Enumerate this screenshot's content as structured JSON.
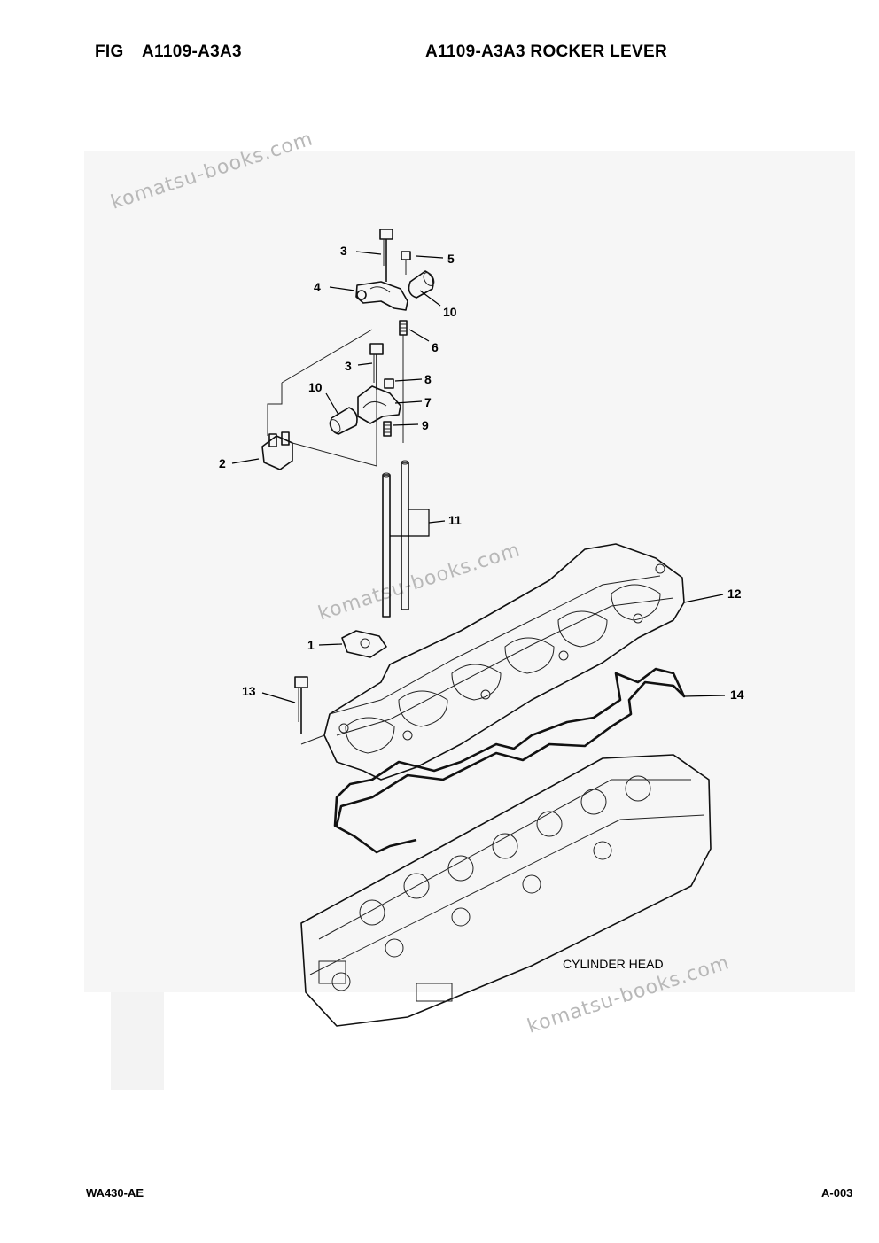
{
  "header": {
    "fig_prefix": "FIG",
    "fig_code": "A1109-A3A3",
    "title": "A1109-A3A3 ROCKER LEVER"
  },
  "footer": {
    "model": "WA430-AE",
    "page": "A-003"
  },
  "watermark": "komatsu-books.com",
  "diagram": {
    "caption": "CYLINDER HEAD",
    "callouts": {
      "c3a": "3",
      "c5": "5",
      "c4": "4",
      "c10a": "10",
      "c6": "6",
      "c3b": "3",
      "c8": "8",
      "c10b": "10",
      "c7": "7",
      "c9": "9",
      "c2": "2",
      "c11": "11",
      "c12": "12",
      "c1": "1",
      "c13": "13",
      "c14": "14"
    }
  }
}
